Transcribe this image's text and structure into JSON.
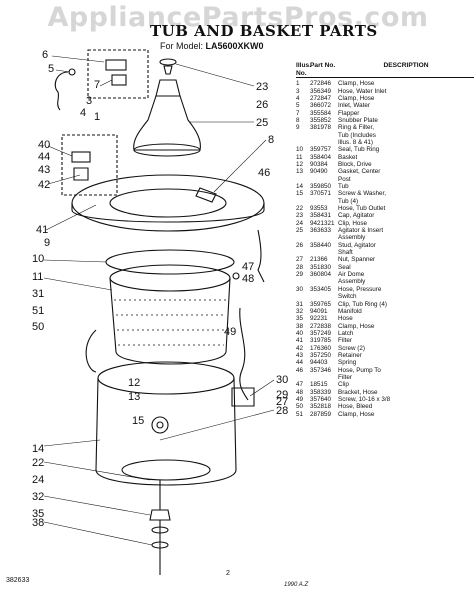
{
  "watermark": "AppliancePartsPros.com",
  "header": {
    "title": "TUB AND BASKET PARTS",
    "model_prefix": "For Model:",
    "model": "LA5600XKW0"
  },
  "table": {
    "columns": {
      "illus": "Illus. No.",
      "part": "Part No.",
      "desc": "DESCRIPTION"
    },
    "rows": [
      {
        "n": "1",
        "p": "272846",
        "d": "Clamp, Hose"
      },
      {
        "n": "3",
        "p": "356349",
        "d": "Hose, Water Inlet"
      },
      {
        "n": "4",
        "p": "272847",
        "d": "Clamp, Hose"
      },
      {
        "n": "5",
        "p": "366072",
        "d": "Inlet, Water"
      },
      {
        "n": "7",
        "p": "355584",
        "d": "Flapper"
      },
      {
        "n": "8",
        "p": "355852",
        "d": "Snubber Plate"
      },
      {
        "n": "9",
        "p": "381978",
        "d": "Ring & Filter,"
      },
      {
        "n": "",
        "p": "",
        "d": "Tub (Includes"
      },
      {
        "n": "",
        "p": "",
        "d": "Illus. 8 & 41)"
      },
      {
        "n": "10",
        "p": "359757",
        "d": "Seal, Tub Ring"
      },
      {
        "n": "11",
        "p": "358404",
        "d": "Basket"
      },
      {
        "n": "12",
        "p": "90384",
        "d": "Block, Drive"
      },
      {
        "n": "13",
        "p": "90490",
        "d": "Gasket, Center"
      },
      {
        "n": "",
        "p": "",
        "d": "Post"
      },
      {
        "n": "14",
        "p": "359850",
        "d": "Tub"
      },
      {
        "n": "15",
        "p": "370571",
        "d": "Screw & Washer,"
      },
      {
        "n": "",
        "p": "",
        "d": "Tub (4)"
      },
      {
        "n": "22",
        "p": "93553",
        "d": "Hose, Tub Outlet"
      },
      {
        "n": "23",
        "p": "358431",
        "d": "Cap, Agitator"
      },
      {
        "n": "24",
        "p": "9421321",
        "d": "Clip, Hose"
      },
      {
        "n": "25",
        "p": "363633",
        "d": "Agitator & Insert"
      },
      {
        "n": "",
        "p": "",
        "d": "Assembly"
      },
      {
        "n": "26",
        "p": "358440",
        "d": "Stud, Agitator"
      },
      {
        "n": "",
        "p": "",
        "d": "Shaft"
      },
      {
        "n": "27",
        "p": "21366",
        "d": "Nut, Spanner"
      },
      {
        "n": "28",
        "p": "351830",
        "d": "Seal"
      },
      {
        "n": "29",
        "p": "360804",
        "d": "Air Dome"
      },
      {
        "n": "",
        "p": "",
        "d": "Assembly"
      },
      {
        "n": "30",
        "p": "353405",
        "d": "Hose, Pressure"
      },
      {
        "n": "",
        "p": "",
        "d": "Switch"
      },
      {
        "n": "31",
        "p": "359765",
        "d": "Clip, Tub Ring (4)"
      },
      {
        "n": "32",
        "p": "94091",
        "d": "Manifold"
      },
      {
        "n": "35",
        "p": "92231",
        "d": "Hose"
      },
      {
        "n": "38",
        "p": "272838",
        "d": "Clamp, Hose"
      },
      {
        "n": "40",
        "p": "357249",
        "d": "Latch"
      },
      {
        "n": "41",
        "p": "319785",
        "d": "Filter"
      },
      {
        "n": "42",
        "p": "176360",
        "d": "Screw (2)"
      },
      {
        "n": "43",
        "p": "357250",
        "d": "Retainer"
      },
      {
        "n": "44",
        "p": "94403",
        "d": "Spring"
      },
      {
        "n": "46",
        "p": "357346",
        "d": "Hose, Pump To"
      },
      {
        "n": "",
        "p": "",
        "d": "Filter"
      },
      {
        "n": "47",
        "p": "18515",
        "d": "Clip"
      },
      {
        "n": "48",
        "p": "358339",
        "d": "Bracket, Hose"
      },
      {
        "n": "49",
        "p": "357640",
        "d": "Screw, 10-16 x 3/8"
      },
      {
        "n": "50",
        "p": "352818",
        "d": "Hose, Bleed"
      },
      {
        "n": "51",
        "p": "287859",
        "d": "Clamp, Hose"
      }
    ]
  },
  "callouts": {
    "c6": "6",
    "c5": "5",
    "c7": "7",
    "c3": "3",
    "c4": "4",
    "c1": "1",
    "c40": "40",
    "c44": "44",
    "c43": "43",
    "c42": "42",
    "c41": "41",
    "c9": "9",
    "c10": "10",
    "c11": "11",
    "c31": "31",
    "c51": "51",
    "c50": "50",
    "c12": "12",
    "c13": "13",
    "c14": "14",
    "c22": "22",
    "c24": "24",
    "c32": "32",
    "c35": "35",
    "c38": "38",
    "c15": "15",
    "c23": "23",
    "c26": "26",
    "c25": "25",
    "c8": "8",
    "c46": "46",
    "c47": "47",
    "c48": "48",
    "c49": "49",
    "c30": "30",
    "c29": "29",
    "c27": "27",
    "c28": "28"
  },
  "footer": {
    "doc_number": "382633",
    "page": "2",
    "signature": "1990 A.Z"
  }
}
